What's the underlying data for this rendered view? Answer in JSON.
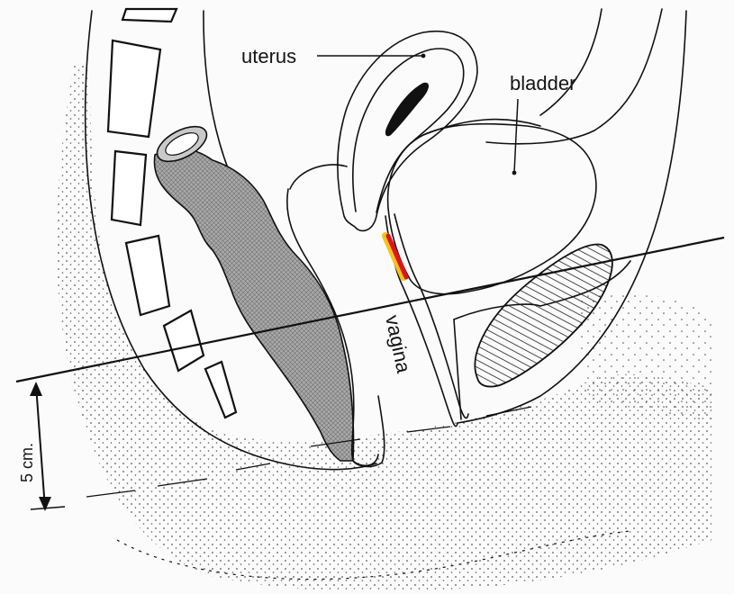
{
  "labels": {
    "uterus": "uterus",
    "bladder": "bladder",
    "vagina": "vagina",
    "measure": "5 cm."
  },
  "colors": {
    "line": "#111111",
    "rectum_fill": "#a9a9a9",
    "highlight_red": "#e0141c",
    "highlight_yellow": "#f2c418",
    "skin_dots": "#3a3a3a"
  }
}
